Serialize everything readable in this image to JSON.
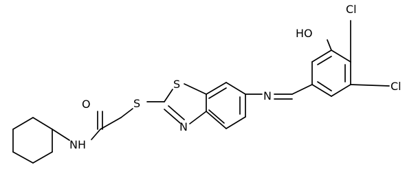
{
  "molecule": {
    "atoms": {
      "cl_top": "Cl",
      "hydroxyl": "HO",
      "cl_right": "Cl",
      "imine_n": "N",
      "thiazole_s": "S",
      "thiazole_n": "N",
      "thioether_s": "S",
      "carbonyl_o": "O",
      "amide_nh": "NH"
    }
  }
}
